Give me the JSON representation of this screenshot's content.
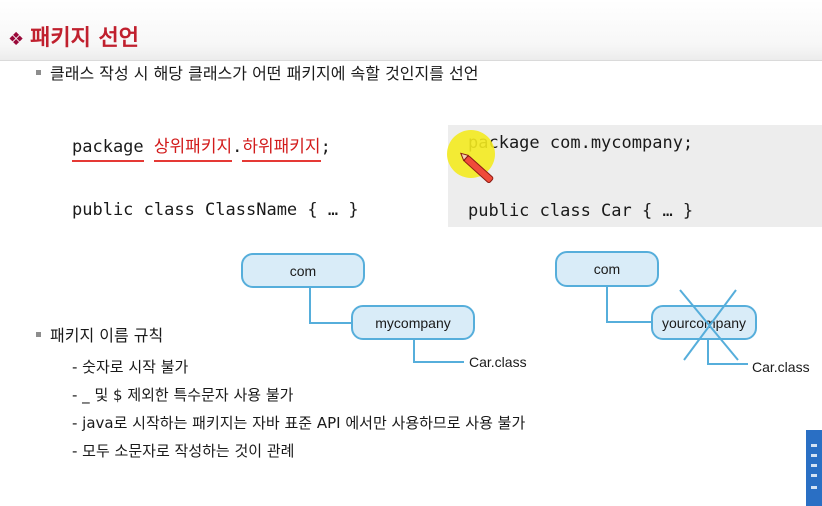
{
  "slide": {
    "title": "패키지 선언",
    "intro": "클래스 작성 시 해당 클래스가 어떤 패키지에 속할 것인지를 선언",
    "syntax": {
      "package_kw": "package",
      "parent": "상위패키지",
      "dot": ".",
      "child": "하위패키지",
      "semicolon": ";",
      "class_line": "public class ClassName { … }"
    },
    "example": {
      "line1": "package com.mycompany;",
      "line2": "public class Car { … }"
    },
    "diagram_left": {
      "root": "com",
      "child": "mycompany",
      "file": "Car.class"
    },
    "diagram_right": {
      "root": "com",
      "child": "yourcompany",
      "file": "Car.class"
    },
    "rules_heading": "패키지 이름 규칙",
    "rules": [
      "- 숫자로 시작 불가",
      "- _ 및 $ 제외한 특수문자 사용 불가",
      "- java로 시작하는 패키지는 자바 표준 API 에서만 사용하므로 사용 불가",
      "- 모두 소문자로 작성하는 것이 관례"
    ]
  },
  "colors": {
    "title": "#c0202e",
    "underline": "#e53935",
    "node_fill": "#d9ecf8",
    "node_stroke": "#56aedb",
    "code_box": "#ededed"
  },
  "icons": [
    "diamond-bullet-icon",
    "pen-pointer-icon",
    "cross-out-icon"
  ]
}
